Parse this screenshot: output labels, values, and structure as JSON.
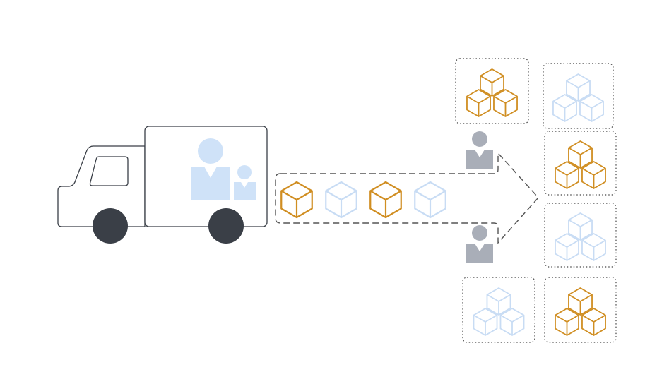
{
  "colors": {
    "orange": "#D08E22",
    "blue": "#C8DCF4",
    "person_gray": "#A9AEB8",
    "wheel": "#3A3F47",
    "outline": "#3A3F47",
    "person_blue": "#CFE2F8"
  },
  "conveyor_packages": [
    "orange",
    "blue",
    "orange",
    "blue"
  ],
  "stacks": [
    "orange",
    "blue",
    "orange",
    "blue",
    "blue",
    "orange"
  ]
}
